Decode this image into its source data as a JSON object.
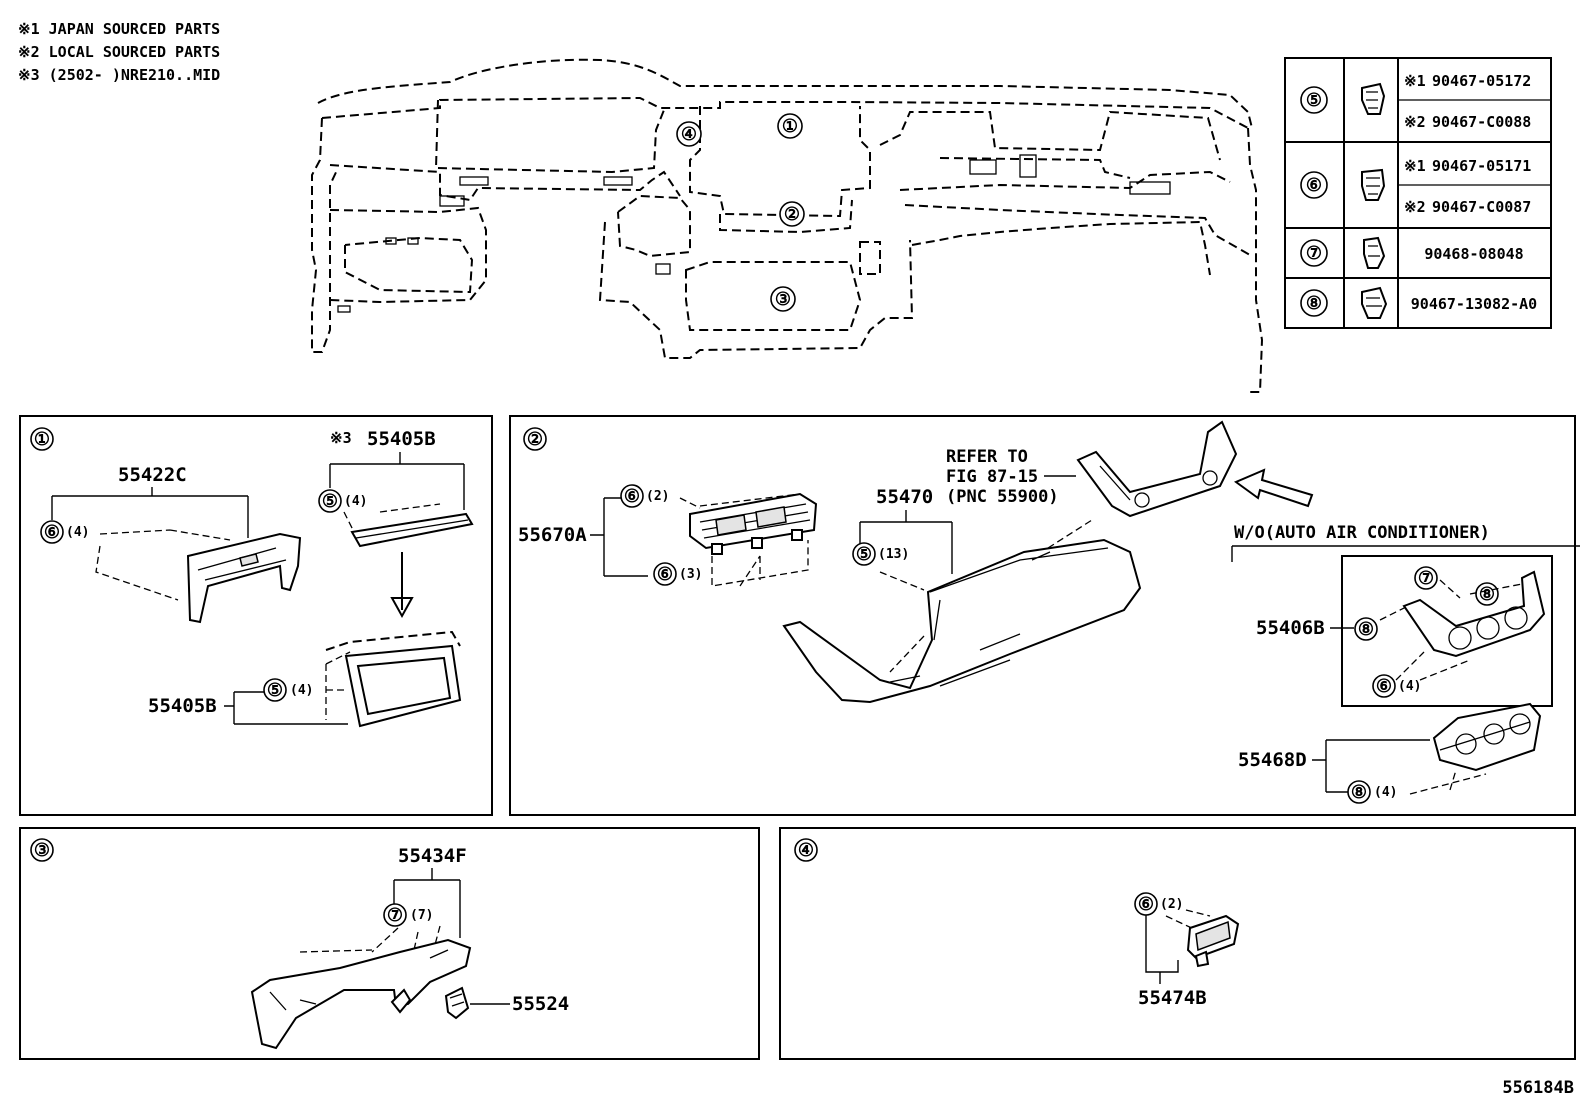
{
  "notes": [
    "※1 JAPAN SOURCED PARTS",
    "※2 LOCAL SOURCED PARTS",
    "※3 (2502-    )NRE210..MID"
  ],
  "overview": {
    "callouts": [
      "①",
      "②",
      "③",
      "④"
    ]
  },
  "fastener_table": [
    {
      "ref": "⑤",
      "rows": [
        {
          "mark": "※1",
          "part": "90467-05172"
        },
        {
          "mark": "※2",
          "part": "90467-C0088"
        }
      ]
    },
    {
      "ref": "⑥",
      "rows": [
        {
          "mark": "※1",
          "part": "90467-05171"
        },
        {
          "mark": "※2",
          "part": "90467-C0087"
        }
      ]
    },
    {
      "ref": "⑦",
      "rows": [
        {
          "mark": "",
          "part": "90468-08048"
        }
      ]
    },
    {
      "ref": "⑧",
      "rows": [
        {
          "mark": "",
          "part": "90467-13082-A0"
        }
      ]
    }
  ],
  "panel1": {
    "id": "①",
    "part_55422c": "55422C",
    "part_55405b_top_mark": "※3",
    "part_55405b_top": "55405B",
    "part_55405b_bottom": "55405B",
    "fastener_a": {
      "ref": "⑥",
      "qty": "(4)"
    },
    "fastener_b": {
      "ref": "⑤",
      "qty": "(4)"
    },
    "fastener_c": {
      "ref": "⑤",
      "qty": "(4)"
    }
  },
  "panel2": {
    "id": "②",
    "refer_line1": "REFER TO",
    "refer_line2": "FIG 87-15",
    "refer_line3": "(PNC 55900)",
    "part_55670a": "55670A",
    "part_55470": "55470",
    "variant_label": "W/O(AUTO AIR CONDITIONER)",
    "part_55406b": "55406B",
    "part_55468d": "55468D",
    "fastener_a": {
      "ref": "⑥",
      "qty": "(2)"
    },
    "fastener_b": {
      "ref": "⑥",
      "qty": "(3)"
    },
    "fastener_c": {
      "ref": "⑤",
      "qty": "(13)"
    },
    "fastener_d": {
      "ref": "⑦"
    },
    "fastener_e": {
      "ref": "⑧"
    },
    "fastener_f": {
      "ref": "⑧"
    },
    "fastener_g": {
      "ref": "⑥",
      "qty": "(4)"
    },
    "fastener_h": {
      "ref": "⑧",
      "qty": "(4)"
    }
  },
  "panel3": {
    "id": "③",
    "part_55434f": "55434F",
    "part_55524": "55524",
    "fastener_a": {
      "ref": "⑦",
      "qty": "(7)"
    }
  },
  "panel4": {
    "id": "④",
    "part_55474b": "55474B",
    "fastener_a": {
      "ref": "⑥",
      "qty": "(2)"
    }
  },
  "figure_code": "556184B"
}
